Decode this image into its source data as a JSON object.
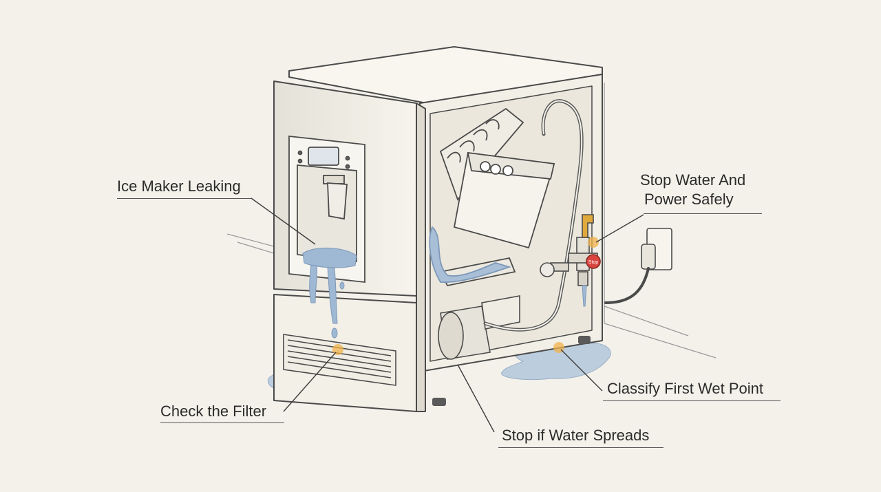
{
  "labels": {
    "ice_maker": "Ice Maker Leaking",
    "stop_power_line1": "Stop Water And",
    "stop_power_line2": "Power Safely",
    "check_filter": "Check the Filter",
    "classify_wet": "Classify First Wet Point",
    "stop_spreads": "Stop if Water Spreads",
    "valve_tag": "Stop"
  },
  "colors": {
    "background": "#f3f1ea",
    "outline": "#4a4a4a",
    "body_fill": "#f7f5ee",
    "water": "#9fb8d4",
    "marker": "#f0b14a",
    "valve_red": "#d9453e",
    "valve_handle": "#e0a93c"
  }
}
